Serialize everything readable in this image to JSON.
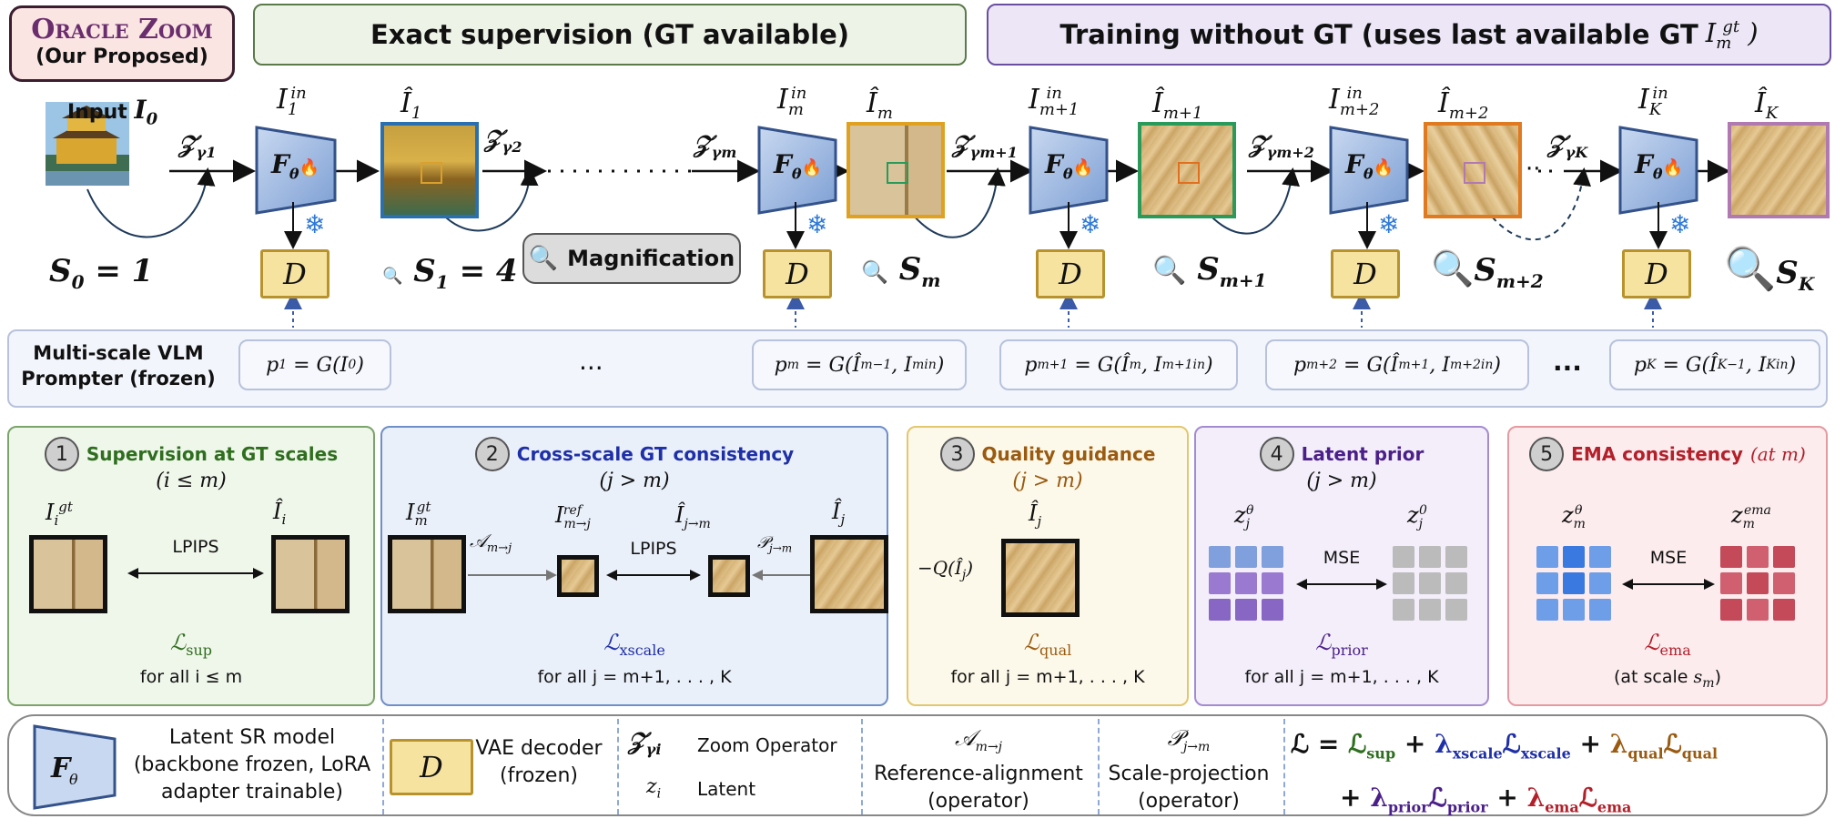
{
  "title_box": {
    "name": "Oracle Zoom",
    "subtitle": "(Our Proposed)",
    "border_color": "#3a1d2e",
    "fill_color": "#fbe5e3"
  },
  "banners": {
    "exact": {
      "text": "Exact supervision (GT available)",
      "fill": "#eef3e8",
      "border": "#5a7a4a"
    },
    "without_gt": {
      "text": "Training without GT (uses last available GT",
      "math": "I_m^gt )",
      "fill": "#ece6f6",
      "border": "#6a4fa0"
    }
  },
  "pipeline": {
    "input_label": "Input",
    "input_var": "I0",
    "image_labels": [
      "Î1",
      "Îm",
      "Îm+1",
      "Îm+2",
      "ÎK"
    ],
    "model_inputs": [
      "I1in",
      "Imin",
      "Im+1in",
      "Im+2in",
      "IKin"
    ],
    "model_label": "Fθ",
    "zoom_ops": [
      "Zγ1",
      "Zγ2",
      "Zγm",
      "Zγm+1",
      "Zγm+2",
      "ZγK"
    ],
    "decoder_label": "D",
    "scales": [
      "S0 = 1",
      "S1 = 4",
      "Sm",
      "Sm+1",
      "Sm+2",
      "SK"
    ],
    "magnification": "Magnification",
    "fire_icon": "fire-icon",
    "freeze_icon": "snowflake-icon"
  },
  "prompter": {
    "label_line1": "Multi-scale VLM",
    "label_line2": "Prompter (frozen)",
    "ellipsis": "···",
    "prompts": [
      "p1 = G(I0)",
      "pm = G(Îm−1, Imin)",
      "pm+1 = G(Îm, Im+1in)",
      "pm+2 = G(Îm+1, Im+2in)",
      "pK = G(ÎK−1, IKin)"
    ]
  },
  "panels": [
    {
      "num": "1",
      "title": "Supervision at GT scales",
      "title_suffix": "",
      "sub": "(i ≤ m)",
      "title_color": "#2f6e1f",
      "border": "#7ba46a",
      "fill": "#eff6ea",
      "labels": [
        "Iigt",
        "Îi"
      ],
      "op": "LPIPS",
      "loss": "ℒsup",
      "loss_color": "#2f6e1f",
      "forall": "for all  i ≤ m"
    },
    {
      "num": "2",
      "title": "Cross-scale GT consistency",
      "title_suffix": "",
      "sub": "(j > m)",
      "title_color": "#1e2fa8",
      "border": "#6f8fc8",
      "fill": "#eaf0fa",
      "labels": [
        "Imgt",
        "Im→jref",
        "Îj→m",
        "Îj"
      ],
      "op": "LPIPS",
      "ops_small": [
        "Am→j",
        "Pj→m"
      ],
      "loss": "ℒxscale",
      "loss_color": "#1e2fa8",
      "forall": "for all  j = m+1, . . . , K"
    },
    {
      "num": "3",
      "title": "Quality guidance",
      "title_suffix": "",
      "sub": "(j > m)",
      "title_color": "#9a5a10",
      "border": "#e3c76e",
      "fill": "#fdf9ea",
      "labels": [
        "Îj",
        "−Q(Îj)"
      ],
      "loss": "ℒqual",
      "loss_color": "#9a5a10",
      "forall": "for all  j = m+1, . . . , K"
    },
    {
      "num": "4",
      "title": "Latent prior",
      "title_suffix": "",
      "sub": "(j > m)",
      "title_color": "#4a1f8a",
      "border": "#a48bd0",
      "fill": "#f3eefa",
      "labels": [
        "zjθ",
        "zj0"
      ],
      "op": "MSE",
      "loss": "ℒprior",
      "loss_color": "#4a1f8a",
      "forall": "for all  j = m+1, . . . , K"
    },
    {
      "num": "5",
      "title": "EMA consistency",
      "title_suffix": "(at m)",
      "sub": "",
      "title_color": "#b3202a",
      "border": "#e49aa0",
      "fill": "#fcecee",
      "labels": [
        "zmθ",
        "zmema"
      ],
      "op": "MSE",
      "loss": "ℒema",
      "loss_color": "#b3202a",
      "forall": "(at scale sm)"
    }
  ],
  "legend": {
    "model_line1": "Latent SR model",
    "model_line2": "(backbone frozen, LoRA",
    "model_line3": "adapter trainable)",
    "decoder_line1": "VAE decoder",
    "decoder_line2": "(frozen)",
    "zoom_sym": "Zγi",
    "zoom_text": "Zoom Operator",
    "latent_sym": "zi",
    "latent_text": "Latent",
    "align_sym": "Am→j",
    "align_line1": "Reference-alignment",
    "align_line2": "(operator)",
    "proj_sym": "Pj→m",
    "proj_line1": "Scale-projection",
    "proj_line2": "(operator)",
    "eq_line1": "ℒ = ℒsup + λxscaleℒxscale + λqualℒqual",
    "eq_line2": "+ λpriorℒprior + λemaℒema"
  }
}
